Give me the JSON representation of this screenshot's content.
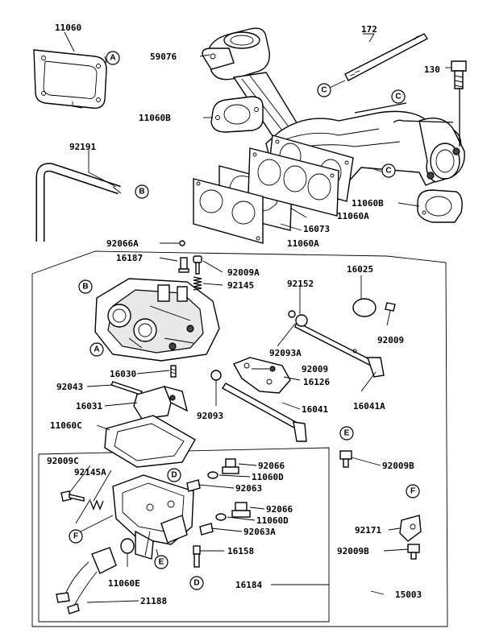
{
  "callouts": {
    "A": "A",
    "B": "B",
    "C": "C",
    "D": "D",
    "E": "E",
    "F": "F"
  },
  "parts": {
    "p11060": "11060",
    "p172": "172",
    "p59076": "59076",
    "p130": "130",
    "p11060B_top": "11060B",
    "p92191": "92191",
    "p11060B_right": "11060B",
    "p11060A_mid": "11060A",
    "p16073": "16073",
    "p11060A_low": "11060A",
    "p92066A": "92066A",
    "p16187": "16187",
    "p92009A": "92009A",
    "p92145": "92145",
    "p16025": "16025",
    "p92152": "92152",
    "p92009_right": "92009",
    "p92093A": "92093A",
    "p92009_mid": "92009",
    "p16126": "16126",
    "p16030": "16030",
    "p92043": "92043",
    "p16041A": "16041A",
    "p16031": "16031",
    "p92093": "92093",
    "p16041": "16041",
    "p11060C": "11060C",
    "p92009C": "92009C",
    "p92145A": "92145A",
    "p92066_top": "92066",
    "p11060D_top": "11060D",
    "p92063": "92063",
    "p92066_low": "92066",
    "p11060D_low": "11060D",
    "p92063A": "92063A",
    "p92009B_top": "92009B",
    "p92171": "92171",
    "p92009B_low": "92009B",
    "p16158": "16158",
    "p11060E": "11060E",
    "p21188": "21188",
    "p16184": "16184",
    "p15003": "15003"
  }
}
